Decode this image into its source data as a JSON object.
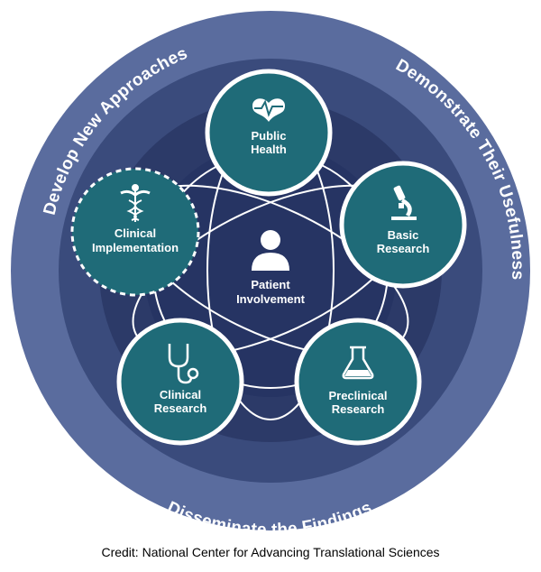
{
  "colors": {
    "outer_ring": "#5a6c9e",
    "ring2": "#3a4b7c",
    "ring3": "#2c3a68",
    "center": "#263463",
    "node_fill": "#1f6b78",
    "node_stroke": "#ffffff"
  },
  "ring_labels": {
    "top_left": "Develop New Approaches",
    "top_right": "Demonstrate Their Usefulness",
    "bottom": "Disseminate the Findings"
  },
  "center_node": {
    "line1": "Patient",
    "line2": "Involvement",
    "icon": "person-icon"
  },
  "nodes": {
    "public_health": {
      "line1": "Public",
      "line2": "Health",
      "icon": "heart-pulse-icon"
    },
    "basic_research": {
      "line1": "Basic",
      "line2": "Research",
      "icon": "microscope-icon"
    },
    "preclinical_research": {
      "line1": "Preclinical",
      "line2": "Research",
      "icon": "flask-icon"
    },
    "clinical_research": {
      "line1": "Clinical",
      "line2": "Research",
      "icon": "stethoscope-icon"
    },
    "clinical_implementation": {
      "line1": "Clinical",
      "line2": "Implementation",
      "icon": "caduceus-icon"
    }
  },
  "credit": "Credit: National Center for Advancing Translational Sciences"
}
